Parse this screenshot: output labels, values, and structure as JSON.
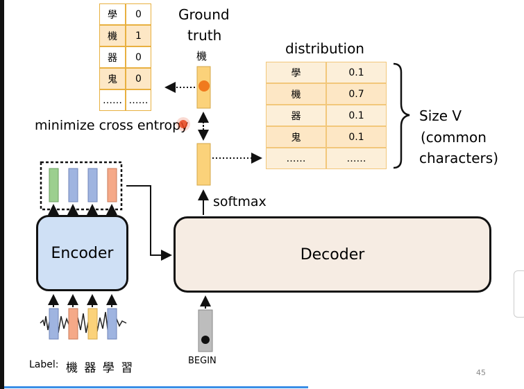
{
  "ground_truth": {
    "title_line1": "Ground",
    "title_line2": "truth",
    "char_above": "機",
    "rows": [
      {
        "char": "學",
        "value": "0"
      },
      {
        "char": "機",
        "value": "1"
      },
      {
        "char": "器",
        "value": "0"
      },
      {
        "char": "鬼",
        "value": "0"
      },
      {
        "char": "……",
        "value": "……"
      }
    ]
  },
  "distribution": {
    "title": "distribution",
    "rows": [
      {
        "char": "學",
        "value": "0.1"
      },
      {
        "char": "機",
        "value": "0.7"
      },
      {
        "char": "器",
        "value": "0.1"
      },
      {
        "char": "鬼",
        "value": "0.1"
      },
      {
        "char": "……",
        "value": "……"
      }
    ]
  },
  "size_note": {
    "line1": "Size V",
    "line2": "(common",
    "line3": "characters)"
  },
  "labels": {
    "minimize": "minimize cross entropy",
    "softmax": "softmax",
    "encoder": "Encoder",
    "decoder": "Decoder",
    "begin": "BEGIN",
    "label_prefix": "Label:",
    "label_chars": "機 器 學 習",
    "page_number": "45"
  },
  "colors": {
    "encoder_fill": "#cfe0f5",
    "decoder_fill": "#f6ece3",
    "vector_yellow": "#fbd27a",
    "vector_green": "#9ccf8f",
    "vector_blue": "#9fb4e0",
    "vector_orange": "#f5a988",
    "begin_fill": "#bdbdbd",
    "laser_dot": "#e8471e"
  }
}
